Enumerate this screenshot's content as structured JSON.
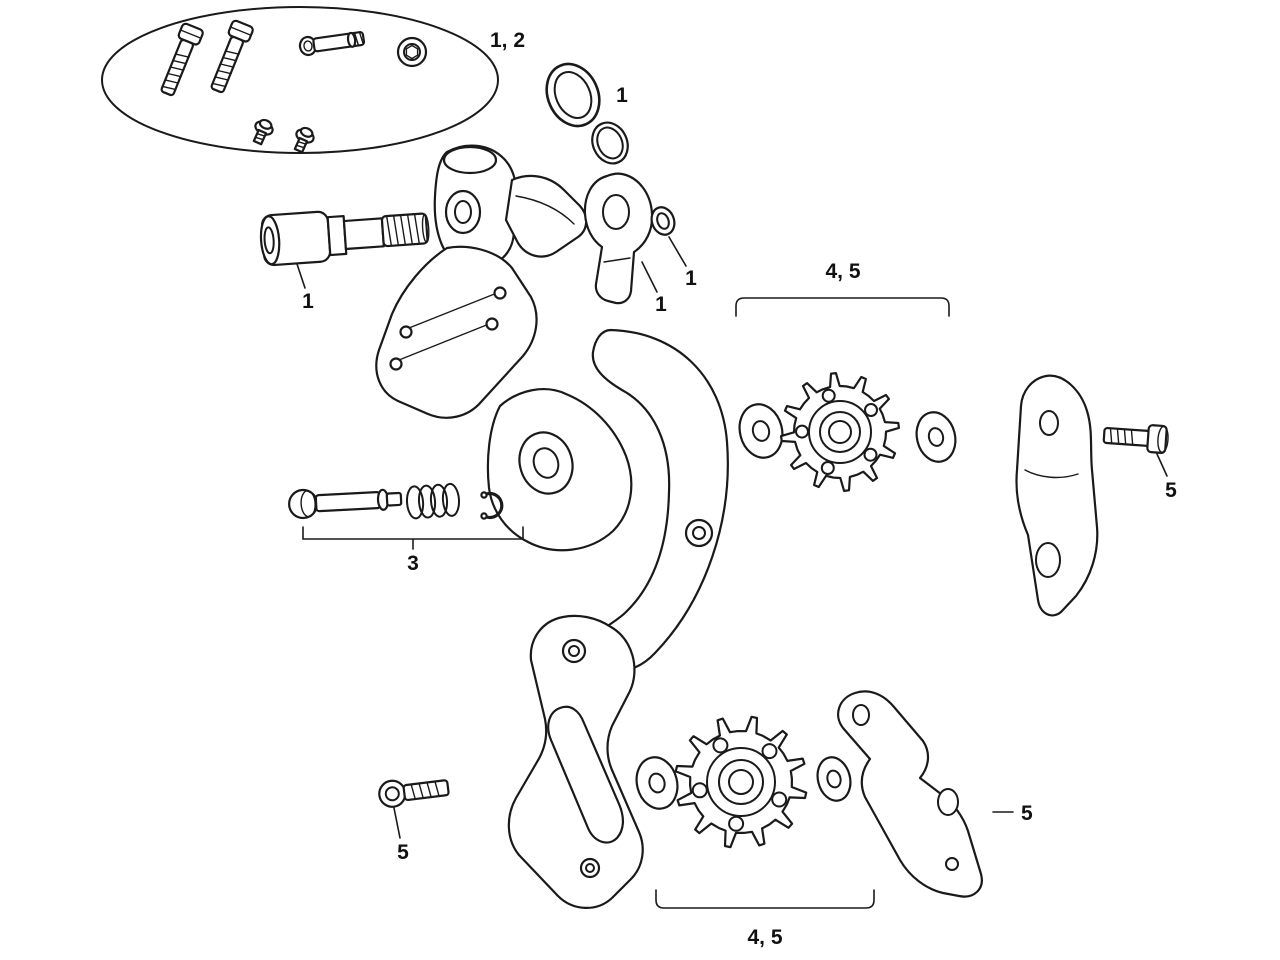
{
  "figure": {
    "type": "exploded-parts-diagram",
    "subject": "bicycle rear derailleur service parts",
    "background_color": "#ffffff",
    "line_color": "#1a1a1a"
  },
  "callouts": {
    "fastener_group": "1, 2",
    "seal": "1",
    "b_bolt": "1",
    "hanger_washer": "1",
    "hanger_seal": "1",
    "spring_assembly": "3",
    "upper_pulley_group": "4, 5",
    "lower_pulley_group": "4, 5",
    "cage_bolt_right": "5",
    "cage_bolt_left": "5",
    "inner_cage_plate": "5"
  }
}
